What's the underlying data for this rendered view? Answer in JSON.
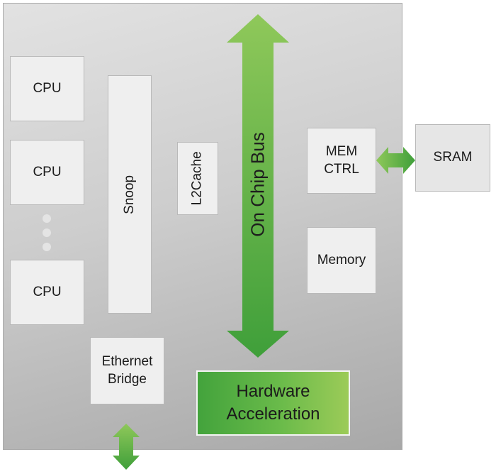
{
  "blocks": {
    "cpu_1": "CPU",
    "cpu_2": "CPU",
    "cpu_3": "CPU",
    "snoop": "Snoop",
    "l2cache": "L2Cache",
    "on_chip_bus": "On Chip Bus",
    "mem_ctrl_line1": "MEM",
    "mem_ctrl_line2": "CTRL",
    "sram": "SRAM",
    "memory": "Memory",
    "ethernet_line1": "Ethernet",
    "ethernet_line2": "Bridge",
    "hw_line1": "Hardware",
    "hw_line2": "Acceleration"
  },
  "colors": {
    "arrow_green_dark": "#3f9f3a",
    "arrow_green_light": "#8fc85a",
    "box_fill": "#efefef"
  }
}
